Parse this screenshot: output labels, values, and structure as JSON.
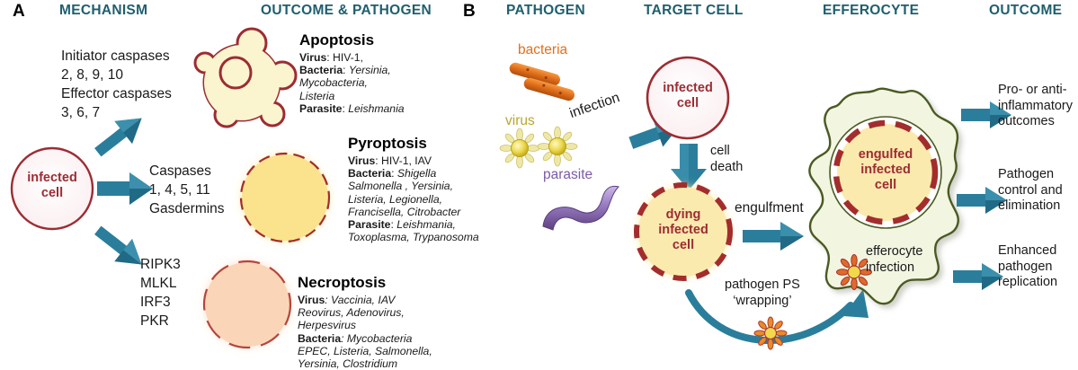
{
  "panelA": {
    "letter": "A",
    "headers": {
      "mechanism": "MECHANISM",
      "outcome": "OUTCOME & PATHOGEN"
    },
    "source_cell": {
      "line1": "infected",
      "line2": "cell"
    },
    "branches": [
      {
        "mechanism_lines": [
          "Initiator caspases",
          "2, 8, 9, 10",
          "Effector caspases",
          "3, 6, 7"
        ],
        "cell_icon": "apoptotic-cell-with-blebs",
        "title": "Apoptosis",
        "details": [
          {
            "label": "Virus",
            "value": "HIV-1,"
          },
          {
            "label": "Bacteria",
            "value": "Yersinia,"
          },
          {
            "label": "",
            "value": "Mycobacteria,"
          },
          {
            "label": "",
            "value": "Listeria"
          },
          {
            "label": "Parasite",
            "value": "Leishmania"
          }
        ]
      },
      {
        "mechanism_lines": [
          "Caspases",
          "1, 4, 5, 11",
          "Gasdermins"
        ],
        "cell_icon": "pyroptotic-cell-dashed-yellow",
        "title": "Pyroptosis",
        "details": [
          {
            "label": "Virus",
            "value": "HIV-1, IAV"
          },
          {
            "label": "Bacteria",
            "value": "Shigella"
          },
          {
            "label": "",
            "value": "Salmonella , Yersinia,"
          },
          {
            "label": "",
            "value": "Listeria, Legionella,"
          },
          {
            "label": "",
            "value": "Francisella, Citrobacter"
          },
          {
            "label": "Parasite",
            "value": "Leishmania,"
          },
          {
            "label": "",
            "value": "Toxoplasma, Trypanosoma"
          }
        ]
      },
      {
        "mechanism_lines": [
          "RIPK3",
          "MLKL",
          "IRF3",
          "PKR"
        ],
        "cell_icon": "necroptotic-cell-dashed-orange",
        "title": "Necroptosis",
        "details": [
          {
            "label": "Virus",
            "value": "Vaccinia, IAV"
          },
          {
            "label": "",
            "value": "Reovirus, Adenovirus,"
          },
          {
            "label": "",
            "value": "Herpesvirus"
          },
          {
            "label": "Bacteria",
            "value": "Mycobacteria"
          },
          {
            "label": "",
            "value": "EPEC, Listeria, Salmonella,"
          },
          {
            "label": "",
            "value": "Yersinia, Clostridium"
          }
        ]
      }
    ]
  },
  "panelB": {
    "letter": "B",
    "headers": {
      "pathogen": "PATHOGEN",
      "target_cell": "TARGET CELL",
      "efferocyte": "EFFEROCYTE",
      "outcome": "OUTCOME"
    },
    "pathogens": [
      {
        "name": "bacteria",
        "icon": "bacteria-rods-icon",
        "color": "#e2701c"
      },
      {
        "name": "virus",
        "icon": "virus-spiky-icon",
        "color": "#b8a72e"
      },
      {
        "name": "parasite",
        "icon": "parasite-worm-icon",
        "color": "#7a5ba6"
      }
    ],
    "arrow_labels": {
      "infection": "infection",
      "cell_death": [
        "cell",
        "death"
      ],
      "engulfment": "engulfment",
      "wrapping": [
        "pathogen PS",
        "‘wrapping’"
      ]
    },
    "cells": {
      "infected": {
        "lines": [
          "infected",
          "cell"
        ]
      },
      "dying": {
        "lines": [
          "dying",
          "infected",
          "cell"
        ]
      },
      "engulfed": {
        "lines": [
          "engulfed",
          "infected",
          "cell"
        ]
      }
    },
    "efferocyte_infection_label": [
      "efferocyte",
      "infection"
    ],
    "outcomes": [
      [
        "Pro- or anti-",
        "inflammatory",
        "outcomes"
      ],
      [
        "Pathogen",
        "control and",
        "elimination"
      ],
      [
        "Enhanced",
        "pathogen",
        "replication"
      ]
    ]
  },
  "colors": {
    "header_teal": "#1f5f6e",
    "arrow_teal": "#2a7e9c",
    "arrow_teal_dark": "#1d6480",
    "cell_red": "#9c2c33",
    "dashed_red": "#a32d2c",
    "pyroptosis_yellow": "#fbe38e",
    "necroptosis_orange": "#fbd5b8",
    "apoptosis_cream": "#faf5cf",
    "efferocyte_fill": "#f2f5e0",
    "efferocyte_stroke": "#4a5a23",
    "bacteria_orange": "#e2701c",
    "virus_yellow": "#d9c83c",
    "parasite_purple": "#7a5ba6"
  }
}
